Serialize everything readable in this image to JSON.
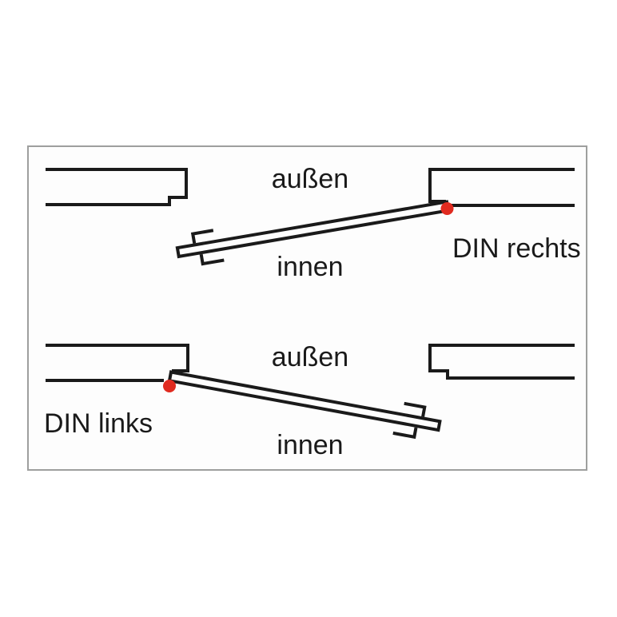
{
  "theme": {
    "page-bg": "#ffffff",
    "panel-bg": "#fdfdfd",
    "panel-border-color": "#9e9f9e",
    "line-color": "#1a1a1a",
    "hinge-dot-color": "#e02b20"
  },
  "diagram": {
    "type": "door-handing-schematic",
    "top_section": {
      "outside_label": "außen",
      "inside_label": "innen",
      "handing_label": "DIN rechts",
      "hinge_side": "right"
    },
    "bottom_section": {
      "outside_label": "außen",
      "inside_label": "innen",
      "handing_label": "DIN links",
      "hinge_side": "left"
    }
  }
}
